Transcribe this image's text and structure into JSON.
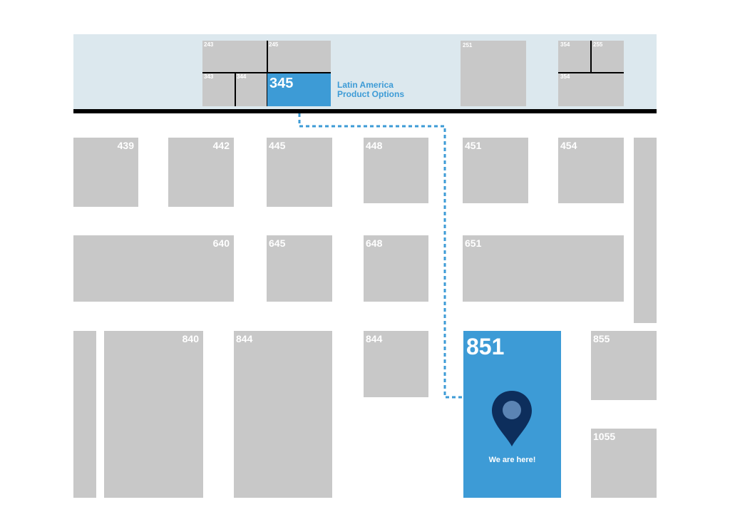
{
  "top_row": {
    "b243": "243",
    "b245": "245",
    "b343": "343",
    "b344": "344",
    "b345": "345",
    "b251": "251",
    "b354a": "354",
    "b255": "255",
    "b354b": "354"
  },
  "callout": {
    "line1": "Latin America",
    "line2": "Product Options"
  },
  "row4": {
    "b439": "439",
    "b442": "442",
    "b445": "445",
    "b448": "448",
    "b451": "451",
    "b454": "454"
  },
  "row6": {
    "b640": "640",
    "b645": "645",
    "b648": "648",
    "b651": "651"
  },
  "row8": {
    "b840": "840",
    "b844a": "844",
    "b844b": "844",
    "b851": "851",
    "b855": "855"
  },
  "row10": {
    "b1055": "1055"
  },
  "marker": {
    "label": "We are here!",
    "icon": "map-pin-icon"
  },
  "colors": {
    "highlight": "#3d9bd6",
    "booth": "#c8c8c8",
    "pin": "#0d2e5c",
    "band": "#dce8ee"
  }
}
